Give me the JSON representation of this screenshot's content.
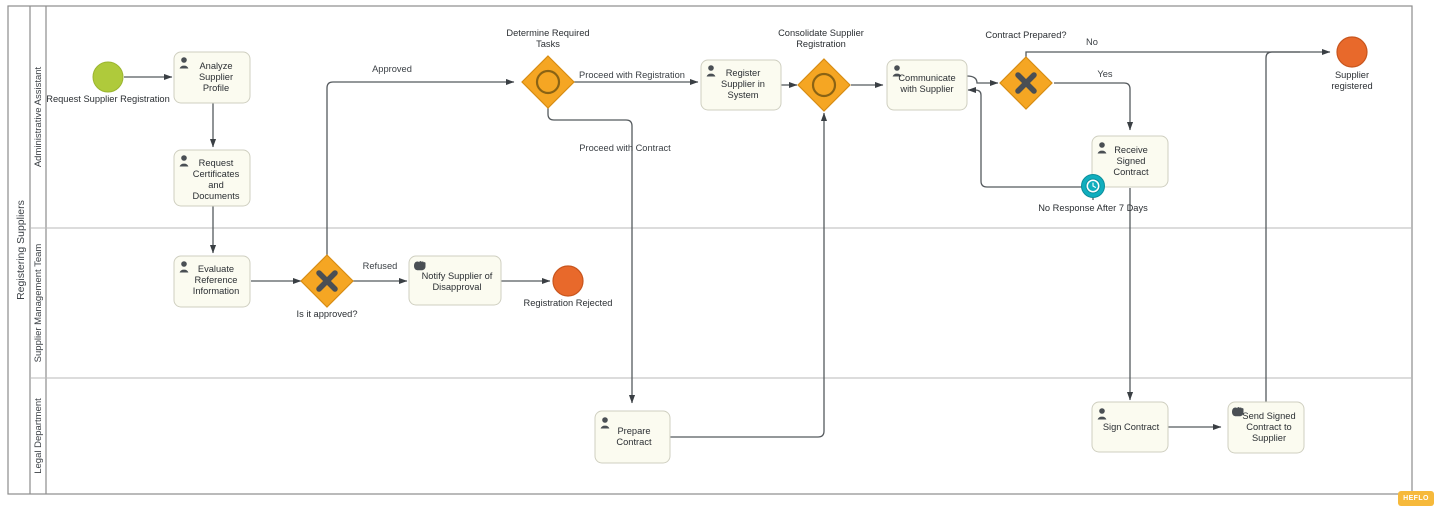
{
  "pool": {
    "name": "Registering Suppliers"
  },
  "lanes": [
    {
      "id": "lane-administrative-assistant",
      "label": "Administrative Assistant"
    },
    {
      "id": "lane-supplier-management-team",
      "label": "Supplier Management Team"
    },
    {
      "id": "lane-legal-department",
      "label": "Legal Department"
    }
  ],
  "events": [
    {
      "id": "start-request-supplier-registration",
      "label": "Request Supplier Registration",
      "type": "start",
      "color": "#AFCA3B"
    },
    {
      "id": "end-supplier-registered",
      "label": "Supplier registered",
      "type": "end",
      "color": "#E8692B"
    },
    {
      "id": "end-registration-rejected",
      "label": "Registration Rejected",
      "type": "end",
      "color": "#E8692B"
    },
    {
      "id": "boundary-no-response-after-7-days",
      "label": "No Response After 7 Days",
      "type": "timer-boundary",
      "color": "#10AEBE"
    }
  ],
  "tasks": [
    {
      "id": "task-analyze-supplier-profile",
      "label": "Analyze Supplier Profile",
      "icon": "user-task-icon"
    },
    {
      "id": "task-request-certificates-and-documents",
      "label": "Request Certificates and Documents",
      "icon": "user-task-icon"
    },
    {
      "id": "task-evaluate-reference-information",
      "label": "Evaluate Reference Information",
      "icon": "user-task-icon"
    },
    {
      "id": "task-notify-supplier-of-disapproval",
      "label": "Notify Supplier of Disapproval",
      "icon": "manual-task-icon"
    },
    {
      "id": "task-register-supplier-in-system",
      "label": "Register Supplier in System",
      "icon": "user-task-icon"
    },
    {
      "id": "task-communicate-with-supplier",
      "label": "Communicate with Supplier",
      "icon": "user-task-icon"
    },
    {
      "id": "task-receive-signed-contract",
      "label": "Receive Signed Contract",
      "icon": "user-task-icon"
    },
    {
      "id": "task-prepare-contract",
      "label": "Prepare Contract",
      "icon": "user-task-icon"
    },
    {
      "id": "task-sign-contract",
      "label": "Sign Contract",
      "icon": "user-task-icon"
    },
    {
      "id": "task-send-signed-contract-to-supplier",
      "label": "Send Signed Contract to Supplier",
      "icon": "manual-task-icon"
    }
  ],
  "gateways": [
    {
      "id": "gateway-is-it-approved",
      "label": "Is it approved?",
      "type": "exclusive"
    },
    {
      "id": "gateway-determine-required-tasks",
      "label": "Determine Required Tasks",
      "type": "inclusive"
    },
    {
      "id": "gateway-consolidate-supplier-registration",
      "label": "Consolidate Supplier Registration",
      "type": "inclusive"
    },
    {
      "id": "gateway-contract-prepared",
      "label": "Contract Prepared?",
      "type": "exclusive"
    }
  ],
  "flow_labels": [
    {
      "id": "flow-approved",
      "label": "Approved"
    },
    {
      "id": "flow-refused",
      "label": "Refused"
    },
    {
      "id": "flow-proceed-with-registration",
      "label": "Proceed with Registration"
    },
    {
      "id": "flow-proceed-with-contract",
      "label": "Proceed with Contract"
    },
    {
      "id": "flow-no",
      "label": "No"
    },
    {
      "id": "flow-yes",
      "label": "Yes"
    }
  ],
  "watermark": {
    "label": "HEFLO",
    "color": "#F6B93B"
  },
  "palette": {
    "task_fill": "#FBFBF0",
    "task_stroke": "#CFCFC0",
    "gateway_fill": "#F5A623",
    "gateway_stroke": "#D78C12",
    "flow_stroke": "#555a5e",
    "start_event": "#AFCA3B",
    "end_event": "#E8692B",
    "timer_event": "#10AEBE"
  }
}
